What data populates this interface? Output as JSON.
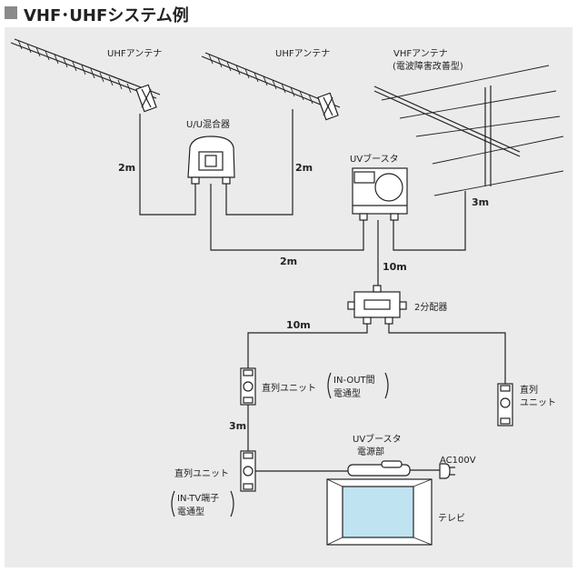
{
  "header": {
    "title": "VHF･UHFシステム例"
  },
  "colors": {
    "panel": "#ebebeb",
    "header_square": "#8a8a8a",
    "tv_screen": "#bfe3f0",
    "line": "#222222"
  },
  "labels": {
    "uhf_antenna_1": "UHFアンテナ",
    "uhf_antenna_2": "UHFアンテナ",
    "vhf_antenna": "VHFアンテナ",
    "vhf_antenna_note": "(電波障害改善型)",
    "uu_mixer": "U/U混合器",
    "uv_booster": "UVブースタ",
    "splitter": "2分配器",
    "series_unit_1": "直列ユニット",
    "in_out_note_1": "IN-OUT間",
    "in_out_note_2": "電通型",
    "series_unit_2_line1": "直列",
    "series_unit_2_line2": "ユニット",
    "series_unit_3": "直列ユニット",
    "in_tv_note_1": "IN-TV端子",
    "in_tv_note_2": "電通型",
    "booster_power_1": "UVブースタ",
    "booster_power_2": "電源部",
    "ac": "AC100V",
    "tv": "テレビ"
  },
  "distances": {
    "d1": "2m",
    "d2": "2m",
    "d3": "2m",
    "d4": "3m",
    "d5": "10m",
    "d6": "10m",
    "d7": "3m"
  }
}
